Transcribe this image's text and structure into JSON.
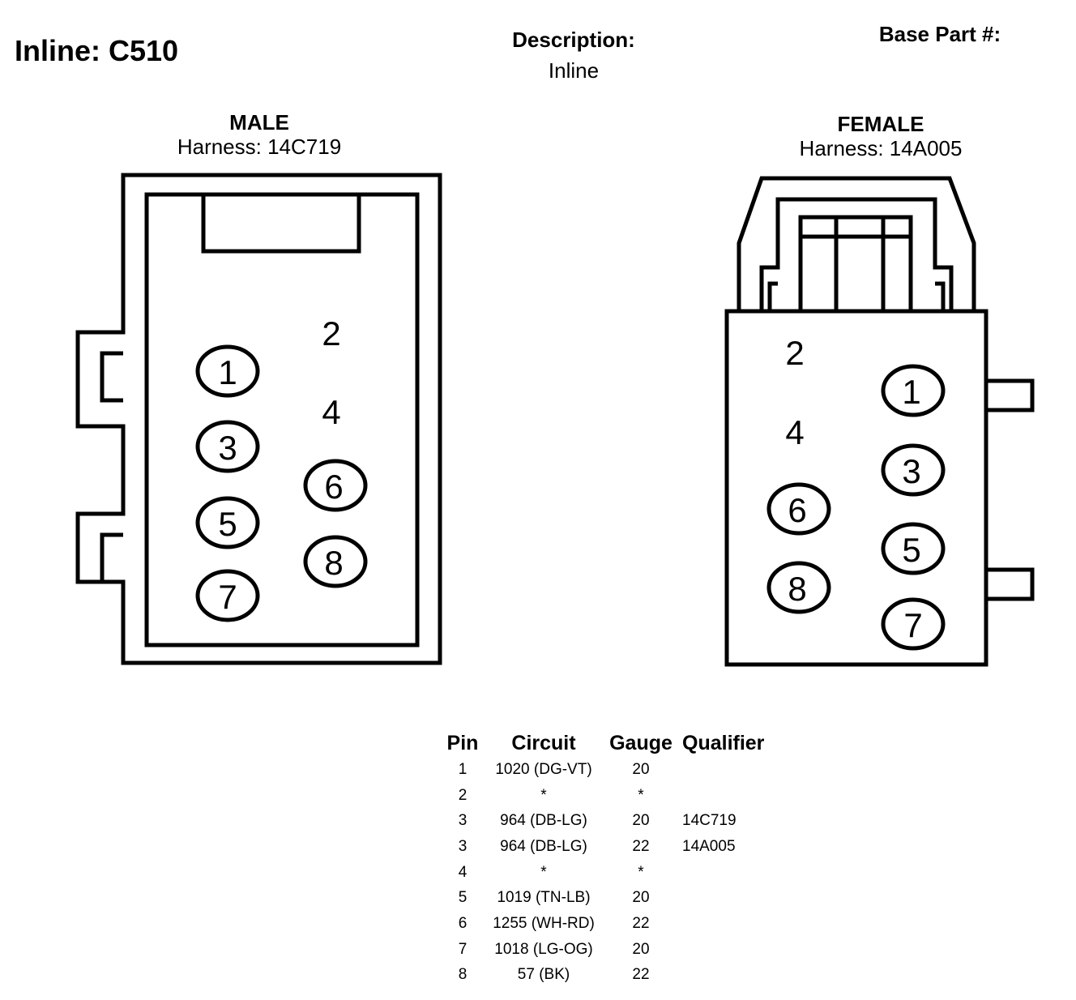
{
  "title": "Inline: C510",
  "description": {
    "label": "Description:",
    "value": "Inline"
  },
  "base_part": {
    "label": "Base Part #:",
    "value": ""
  },
  "male": {
    "label": "MALE",
    "harness": "Harness: 14C719",
    "pins": [
      {
        "id": "1",
        "circled": true
      },
      {
        "id": "2",
        "circled": false
      },
      {
        "id": "3",
        "circled": true
      },
      {
        "id": "4",
        "circled": false
      },
      {
        "id": "5",
        "circled": true
      },
      {
        "id": "6",
        "circled": true
      },
      {
        "id": "7",
        "circled": true
      },
      {
        "id": "8",
        "circled": true
      }
    ]
  },
  "female": {
    "label": "FEMALE",
    "harness": "Harness: 14A005",
    "pins": [
      {
        "id": "1",
        "circled": true
      },
      {
        "id": "2",
        "circled": false
      },
      {
        "id": "3",
        "circled": true
      },
      {
        "id": "4",
        "circled": false
      },
      {
        "id": "5",
        "circled": true
      },
      {
        "id": "6",
        "circled": true
      },
      {
        "id": "7",
        "circled": true
      },
      {
        "id": "8",
        "circled": true
      }
    ]
  },
  "table": {
    "headers": {
      "pin": "Pin",
      "circuit": "Circuit",
      "gauge": "Gauge",
      "qualifier": "Qualifier"
    },
    "rows": [
      {
        "pin": "1",
        "circuit": "1020 (DG-VT)",
        "gauge": "20",
        "qualifier": ""
      },
      {
        "pin": "2",
        "circuit": "*",
        "gauge": "*",
        "qualifier": ""
      },
      {
        "pin": "3",
        "circuit": "964 (DB-LG)",
        "gauge": "20",
        "qualifier": "14C719"
      },
      {
        "pin": "3",
        "circuit": "964 (DB-LG)",
        "gauge": "22",
        "qualifier": "14A005"
      },
      {
        "pin": "4",
        "circuit": "*",
        "gauge": "*",
        "qualifier": ""
      },
      {
        "pin": "5",
        "circuit": "1019 (TN-LB)",
        "gauge": "20",
        "qualifier": ""
      },
      {
        "pin": "6",
        "circuit": "1255 (WH-RD)",
        "gauge": "22",
        "qualifier": ""
      },
      {
        "pin": "7",
        "circuit": "1018 (LG-OG)",
        "gauge": "20",
        "qualifier": ""
      },
      {
        "pin": "8",
        "circuit": "57 (BK)",
        "gauge": "22",
        "qualifier": ""
      }
    ]
  }
}
